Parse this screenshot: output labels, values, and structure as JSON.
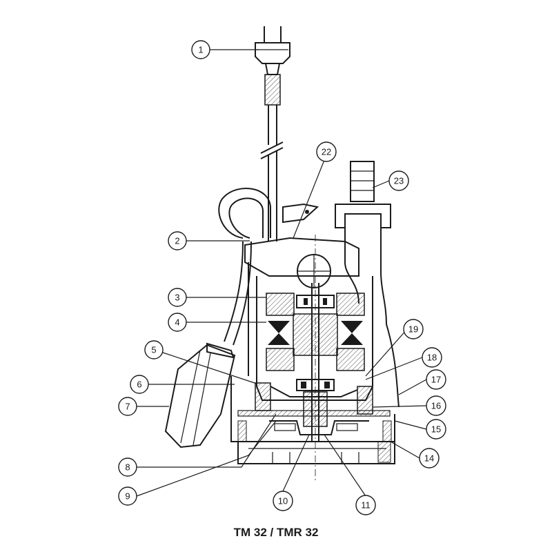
{
  "caption": "TM 32 / TMR 32",
  "callouts": [
    {
      "label": "1"
    },
    {
      "label": "2"
    },
    {
      "label": "3"
    },
    {
      "label": "4"
    },
    {
      "label": "5"
    },
    {
      "label": "6"
    },
    {
      "label": "7"
    },
    {
      "label": "8"
    },
    {
      "label": "9"
    },
    {
      "label": "10"
    },
    {
      "label": "11"
    },
    {
      "label": "14"
    },
    {
      "label": "15"
    },
    {
      "label": "16"
    },
    {
      "label": "17"
    },
    {
      "label": "18"
    },
    {
      "label": "19"
    },
    {
      "label": "22"
    },
    {
      "label": "23"
    }
  ]
}
